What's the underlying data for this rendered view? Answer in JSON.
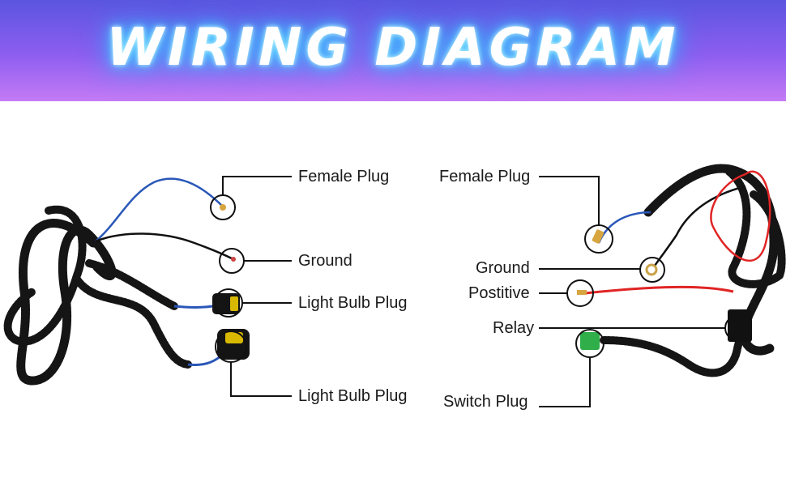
{
  "header": {
    "title": "WIRING DIAGRAM"
  },
  "colors": {
    "header_top": "#5b55e0",
    "header_bottom": "#c47bf5",
    "title_glow": "#57d8ff",
    "wire_blue": "#2a57b8",
    "wire_red": "#e02424",
    "wire_black": "#111111",
    "plug_yellow": "#d9b800",
    "switch_green": "#2fae4a"
  },
  "left_harness": {
    "female_plug_label": "Female Plug",
    "ground_label": "Ground",
    "bulb_plug_1_label": "Light Bulb Plug",
    "bulb_plug_2_label": "Light Bulb Plug"
  },
  "right_harness": {
    "female_plug_label": "Female Plug",
    "ground_label": "Ground",
    "positive_label": "Postitive",
    "relay_label": "Relay",
    "switch_plug_label": "Switch Plug"
  }
}
